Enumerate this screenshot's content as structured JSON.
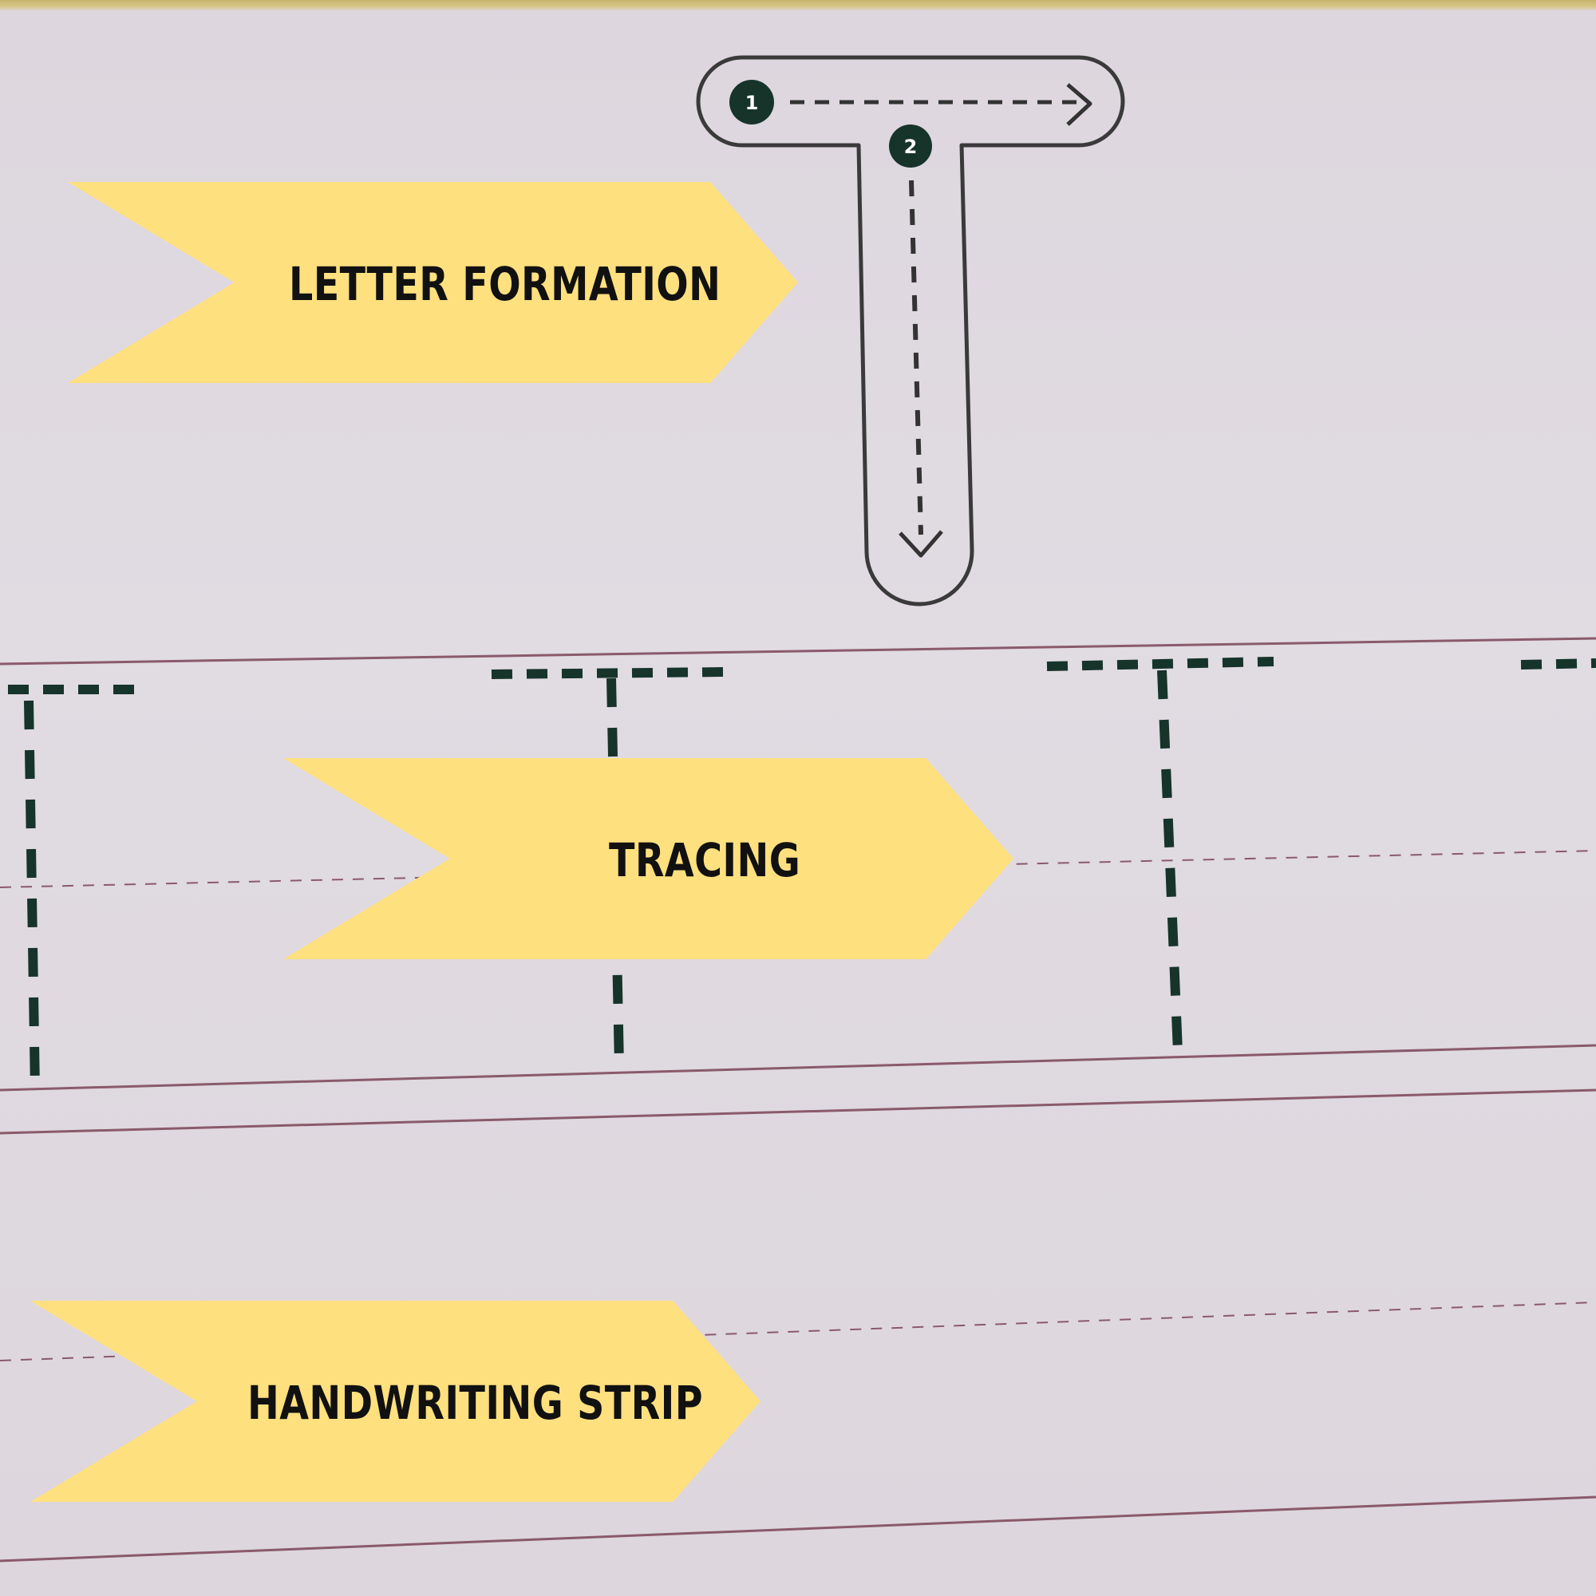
{
  "worksheet": {
    "letter": "T",
    "stroke_steps": [
      "1",
      "2"
    ]
  },
  "banners": {
    "letter_formation": "LETTER FORMATION",
    "tracing": "TRACING",
    "handwriting_strip": "HANDWRITING STRIP"
  },
  "colors": {
    "paper": "#ddd6de",
    "banner": "#ffe07f",
    "ink": "#16342a",
    "outline": "#3a3a3a",
    "rule_line": "#8a5a6a"
  },
  "icons": {
    "step_marker": "numbered-circle-icon",
    "direction": "arrow-icon"
  }
}
